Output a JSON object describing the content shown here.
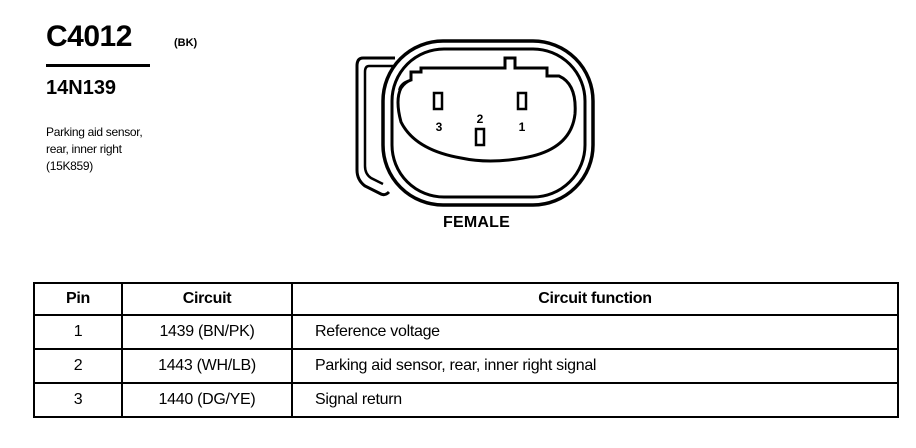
{
  "connector": {
    "id": "C4012",
    "color_code": "(BK)",
    "part_number": "14N139",
    "description_lines": [
      "Parking aid sensor,",
      "rear, inner right",
      "(15K859)"
    ]
  },
  "diagram": {
    "gender": "FEMALE",
    "pin_labels": {
      "left": "3",
      "middle": "2",
      "right": "1"
    }
  },
  "pin_table": {
    "headers": {
      "pin": "Pin",
      "circuit": "Circuit",
      "function": "Circuit function"
    },
    "rows": [
      {
        "pin": "1",
        "circuit": "1439 (BN/PK)",
        "function": "Reference voltage"
      },
      {
        "pin": "2",
        "circuit": "1443 (WH/LB)",
        "function": "Parking aid sensor, rear, inner right  signal"
      },
      {
        "pin": "3",
        "circuit": "1440 (DG/YE)",
        "function": "Signal return"
      }
    ]
  }
}
